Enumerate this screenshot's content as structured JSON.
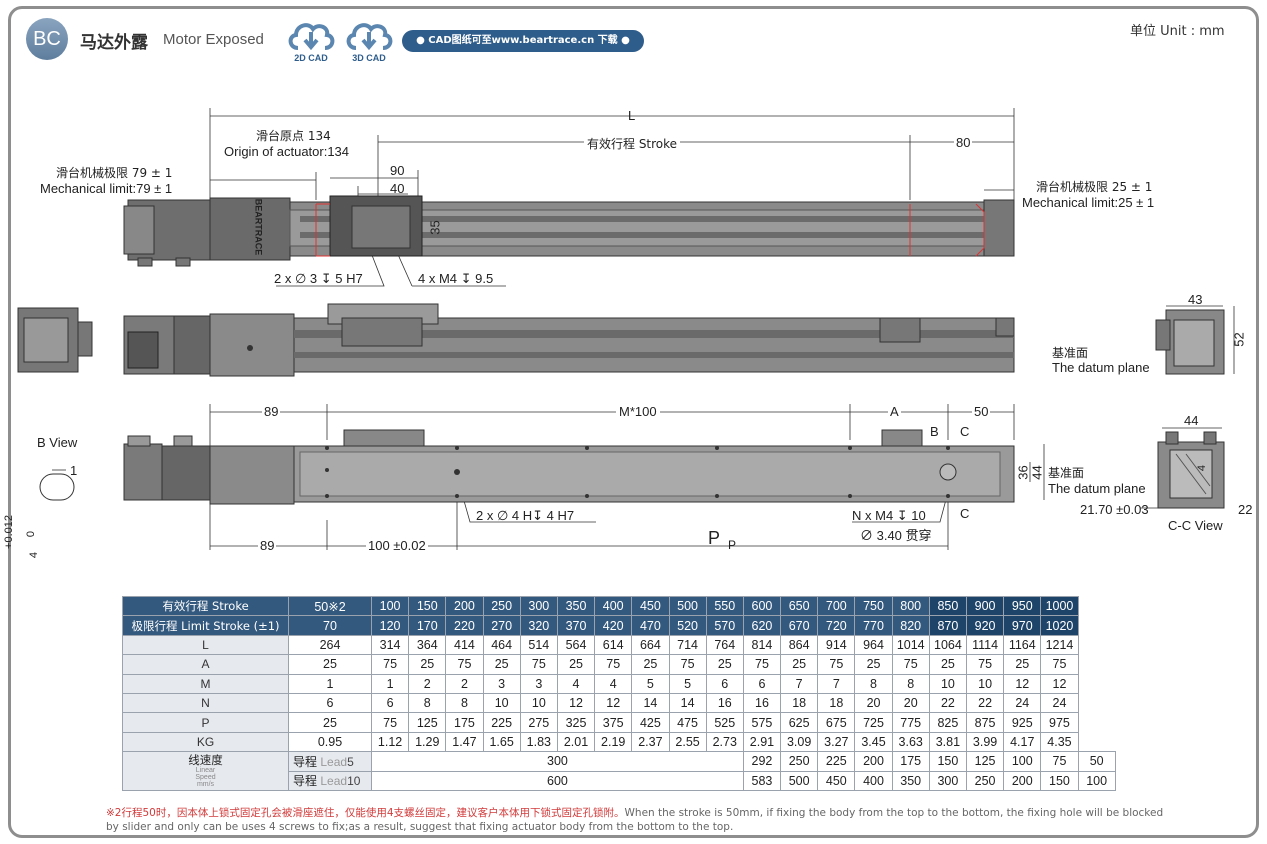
{
  "header": {
    "badge": "BC",
    "title_cn": "马达外露",
    "title_en": "Motor Exposed",
    "cad_2d": "2D CAD",
    "cad_3d": "3D CAD",
    "cad_notice": "● CAD图纸可至www.beartrace.cn 下载 ●",
    "unit": "单位  Unit : mm"
  },
  "drawing": {
    "L": "L",
    "origin_cn": "滑台原点 134",
    "origin_en": "Origin of actuator:134",
    "stroke": "有效行程 Stroke",
    "d80": "80",
    "mech_left_cn": "滑台机械极限 79 ± 1",
    "mech_left_en": "Mechanical limit:79 ± 1",
    "mech_right_cn": "滑台机械极限 25 ± 1",
    "mech_right_en": "Mechanical limit:25 ± 1",
    "d90": "90",
    "d40": "40",
    "d35": "35",
    "hole1": "2 x ∅ 3 ↧ 5 H7",
    "hole2": "4 x M4 ↧ 9.5",
    "d43": "43",
    "d52": "52",
    "datum_cn_1": "基准面",
    "datum_en_1": "The datum plane",
    "d89_top": "89",
    "m100": "M*100",
    "A": "A",
    "d50": "50",
    "B": "B",
    "C1": "C",
    "C2": "C",
    "b_view": "B View",
    "d1": "1",
    "tol": "+0.012",
    "tol0": "0",
    "tol4": "4",
    "d44_right": "44",
    "d36": "36",
    "d44": "44",
    "datum_cn_2": "基准面",
    "datum_en_2": "The datum plane",
    "hole3": "2 x ∅ 4 H↧ 4 H7",
    "hole4": "N x M4 ↧ 10",
    "hole5": "∅ 3.40 贯穿",
    "d89_bottom": "89",
    "d100": "100 ±0.02",
    "P_big": "P",
    "P_small": "P",
    "d2170": "21.70 ±0.03",
    "d22": "22",
    "d4": "4",
    "cc_view": "C-C View",
    "logo": "BEARTRACE"
  },
  "table": {
    "stroke_label": "有效行程 Stroke",
    "limit_label": "极限行程 Limit Stroke (±1)",
    "stroke": [
      "50※2",
      "100",
      "150",
      "200",
      "250",
      "300",
      "350",
      "400",
      "450",
      "500",
      "550",
      "600",
      "650",
      "700",
      "750",
      "800",
      "850",
      "900",
      "950",
      "1000"
    ],
    "limit": [
      "70",
      "120",
      "170",
      "220",
      "270",
      "320",
      "370",
      "420",
      "470",
      "520",
      "570",
      "620",
      "670",
      "720",
      "770",
      "820",
      "870",
      "920",
      "970",
      "1020"
    ],
    "rows": [
      {
        "label": "L",
        "values": [
          "264",
          "314",
          "364",
          "414",
          "464",
          "514",
          "564",
          "614",
          "664",
          "714",
          "764",
          "814",
          "864",
          "914",
          "964",
          "1014",
          "1064",
          "1114",
          "1164",
          "1214"
        ]
      },
      {
        "label": "A",
        "values": [
          "25",
          "75",
          "25",
          "75",
          "25",
          "75",
          "25",
          "75",
          "25",
          "75",
          "25",
          "75",
          "25",
          "75",
          "25",
          "75",
          "25",
          "75",
          "25",
          "75"
        ]
      },
      {
        "label": "M",
        "values": [
          "1",
          "1",
          "2",
          "2",
          "3",
          "3",
          "4",
          "4",
          "5",
          "5",
          "6",
          "6",
          "7",
          "7",
          "8",
          "8",
          "10",
          "10",
          "12",
          "12"
        ]
      },
      {
        "label": "N",
        "values": [
          "6",
          "6",
          "8",
          "8",
          "10",
          "10",
          "12",
          "12",
          "14",
          "14",
          "16",
          "16",
          "18",
          "18",
          "20",
          "20",
          "22",
          "22",
          "24",
          "24"
        ]
      },
      {
        "label": "P",
        "values": [
          "25",
          "75",
          "125",
          "175",
          "225",
          "275",
          "325",
          "375",
          "425",
          "475",
          "525",
          "575",
          "625",
          "675",
          "725",
          "775",
          "825",
          "875",
          "925",
          "975"
        ]
      },
      {
        "label": "KG",
        "values": [
          "0.95",
          "1.12",
          "1.29",
          "1.47",
          "1.65",
          "1.83",
          "2.01",
          "2.19",
          "2.37",
          "2.55",
          "2.73",
          "2.91",
          "3.09",
          "3.27",
          "3.45",
          "3.63",
          "3.81",
          "3.99",
          "4.17",
          "4.35"
        ]
      }
    ],
    "speed_label": "线速度",
    "speed_sub1": "Linear",
    "speed_sub2": "Speed",
    "speed_sub3": "mm/s",
    "lead5": {
      "cn": "导程",
      "en": "Lead",
      "num": "5",
      "span_value": "300",
      "values": [
        "292",
        "250",
        "225",
        "200",
        "175",
        "150",
        "125",
        "100",
        "75",
        "50"
      ]
    },
    "lead10": {
      "cn": "导程",
      "en": "Lead",
      "num": "10",
      "span_value": "600",
      "values": [
        "583",
        "500",
        "450",
        "400",
        "350",
        "300",
        "250",
        "200",
        "150",
        "100"
      ]
    }
  },
  "note": {
    "red": "※2行程50时，因本体上锁式固定孔会被滑座遮住，仅能使用4支螺丝固定，建议客户本体用下锁式固定孔锁附。",
    "gray": "When the stroke is 50mm, if fixing the body from the top to the bottom, the fixing hole will be blocked by slider and only can be uses 4 screws to fix;as a result, suggest that fixing actuator body from the bottom to the top."
  }
}
